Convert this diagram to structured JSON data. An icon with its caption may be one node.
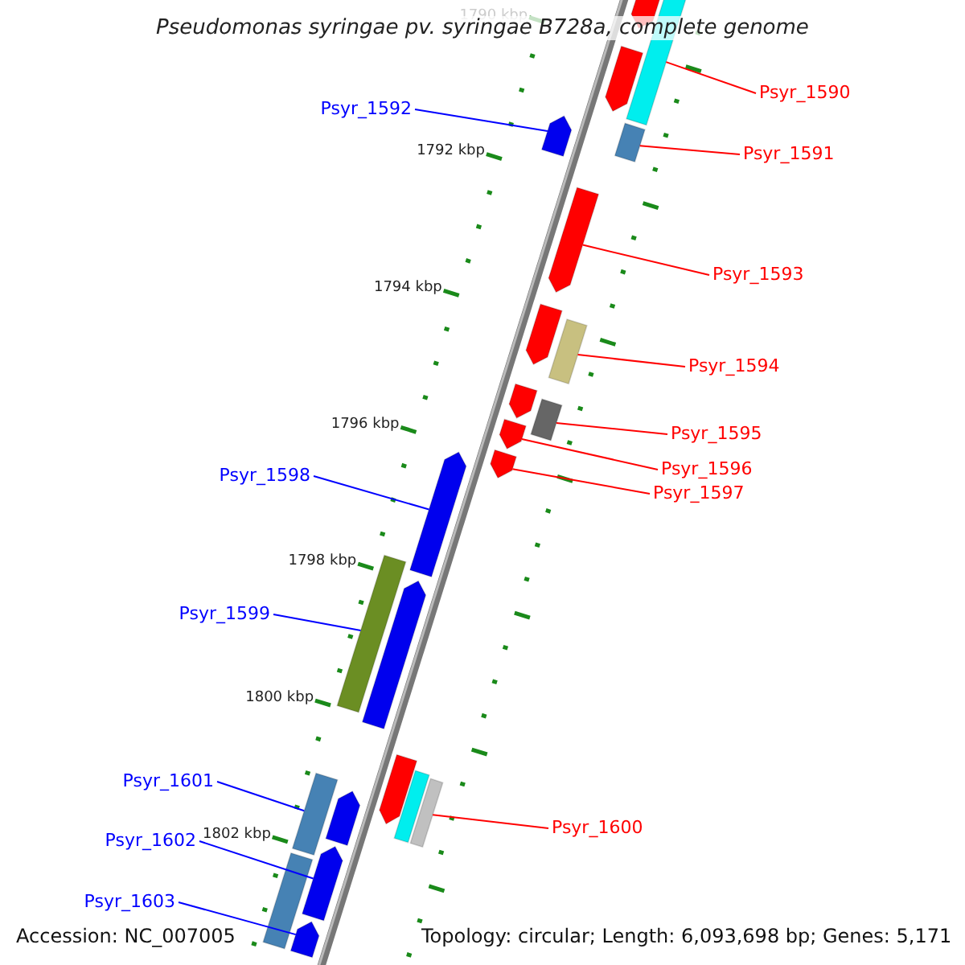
{
  "diagram": {
    "title": "Pseudomonas syringae pv. syringae B728a, complete genome",
    "nodes": [
      {
        "text": [
          "Psyr_1590"
        ]
      },
      {
        "text": [],
        "shape": "bar"
      },
      {
        "text": [
          "Psyr_1591"
        ]
      },
      {
        "text": [],
        "shape": "bar"
      },
      {
        "text": [
          "Psyr_1592"
        ]
      },
      {
        "text": [],
        "shape": "arrow"
      },
      {
        "text": [
          "Psyr_1593"
        ]
      },
      {
        "text": [],
        "shape": "arrow"
      },
      {
        "text": [
          "Psyr_1594"
        ]
      },
      {
        "text": [],
        "shape": "bar"
      },
      {
        "text": [
          "Psyr_1595"
        ]
      },
      {
        "text": [],
        "shape": "bar"
      },
      {
        "text": [
          "Psyr_1596"
        ]
      },
      {
        "text": [],
        "shape": "arrow"
      },
      {
        "text": [
          "Psyr_1597"
        ]
      },
      {
        "text": [],
        "shape": "arrow"
      },
      {
        "text": [
          "Psyr_1598"
        ]
      },
      {
        "text": [],
        "shape": "arrow"
      },
      {
        "text": [
          "Psyr_1599"
        ]
      },
      {
        "text": [],
        "shape": "bar"
      },
      {
        "text": [
          "Psyr_1600"
        ]
      },
      {
        "text": [],
        "shape": "bar"
      },
      {
        "text": [
          "Psyr_1601"
        ]
      },
      {
        "text": [],
        "shape": "bar"
      },
      {
        "text": [
          "Psyr_1602"
        ]
      },
      {
        "text": [],
        "shape": "arrow"
      },
      {
        "text": [
          "Psyr_1603"
        ]
      },
      {
        "text": [],
        "shape": "arrow"
      },
      {
        "text": [],
        "shape": "arrow"
      },
      {
        "text": [],
        "shape": "arrow"
      },
      {
        "text": [],
        "shape": "arrow"
      },
      {
        "text": [],
        "shape": "arrow"
      },
      {
        "text": [],
        "shape": "arrow"
      },
      {
        "text": [],
        "shape": "arrow"
      },
      {
        "text": [],
        "shape": "bar"
      },
      {
        "text": [],
        "shape": "arrow"
      },
      {
        "text": [],
        "shape": "bar"
      }
    ],
    "edges": [
      {
        "from": 0,
        "to": 1,
        "arrow": "none"
      },
      {
        "from": 2,
        "to": 3,
        "arrow": "none"
      },
      {
        "from": 4,
        "to": 5,
        "arrow": "none",
        "color": "#0000ff"
      },
      {
        "from": 6,
        "to": 7,
        "arrow": "none"
      },
      {
        "from": 8,
        "to": 9,
        "arrow": "none"
      },
      {
        "from": 10,
        "to": 11,
        "arrow": "none"
      },
      {
        "from": 12,
        "to": 13,
        "arrow": "none"
      },
      {
        "from": 14,
        "to": 15,
        "arrow": "none"
      },
      {
        "from": 16,
        "to": 17,
        "arrow": "none",
        "color": "#0000ff"
      },
      {
        "from": 18,
        "to": 19,
        "arrow": "none",
        "color": "#0000ff"
      },
      {
        "from": 20,
        "to": 21,
        "arrow": "none"
      },
      {
        "from": 22,
        "to": 23,
        "arrow": "none",
        "color": "#0000ff"
      },
      {
        "from": 24,
        "to": 25,
        "arrow": "none",
        "color": "#0000ff"
      },
      {
        "from": 26,
        "to": 27,
        "arrow": "none",
        "color": "#0000ff"
      }
    ],
    "labels": [
      "1790 kbp",
      "1792 kbp",
      "1794 kbp",
      "1796 kbp",
      "1798 kbp",
      "1800 kbp",
      "1802 kbp",
      "Accession: NC_007005",
      "Topology: circular; Length: 6,093,698 bp; Genes: 5,171"
    ]
  }
}
